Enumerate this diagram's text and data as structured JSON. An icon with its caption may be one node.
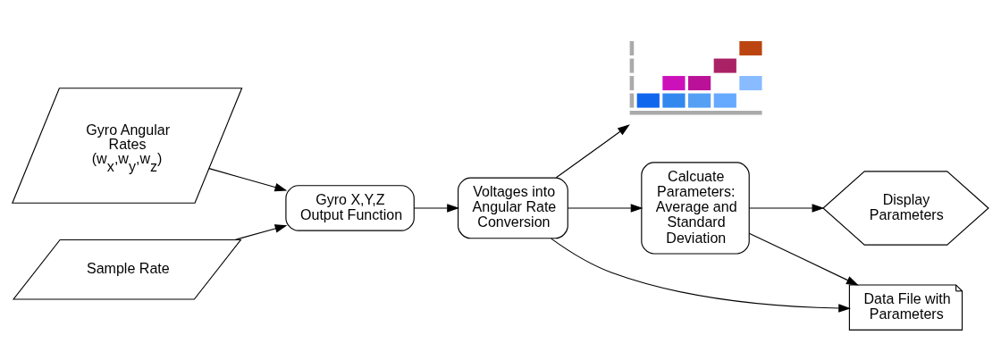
{
  "diagram": {
    "nodes": [
      {
        "text": [
          "Gyro Angular Rates",
          "(w$_{x}$,w$_{y}$,w$_{z}$)"
        ]
      },
      {
        "text": [
          "Sample Rate"
        ]
      },
      {
        "text": [
          "Gyro X,Y,Z Output Function"
        ]
      },
      {
        "text": [
          "Voltages into Angular Rate Conversion"
        ]
      },
      {
        "text": [],
        "shape": "picture"
      },
      {
        "text": [
          "Calcuate Parameters: Average and Standard Deviation"
        ]
      },
      {
        "text": [
          "Display Parameters"
        ]
      },
      {
        "text": [
          "Data File with Parameters"
        ]
      }
    ],
    "edges": [
      {
        "from": 0,
        "to": 2,
        "arrow": "to"
      },
      {
        "from": 1,
        "to": 2,
        "arrow": "to"
      },
      {
        "from": 2,
        "to": 3,
        "arrow": "to"
      },
      {
        "from": 3,
        "to": 4,
        "arrow": "to"
      },
      {
        "from": 3,
        "to": 5,
        "arrow": "to"
      },
      {
        "from": 5,
        "to": 6,
        "arrow": "to"
      },
      {
        "from": 5,
        "to": 7,
        "arrow": "to"
      },
      {
        "from": 3,
        "to": 7,
        "arrow": "to"
      }
    ]
  }
}
